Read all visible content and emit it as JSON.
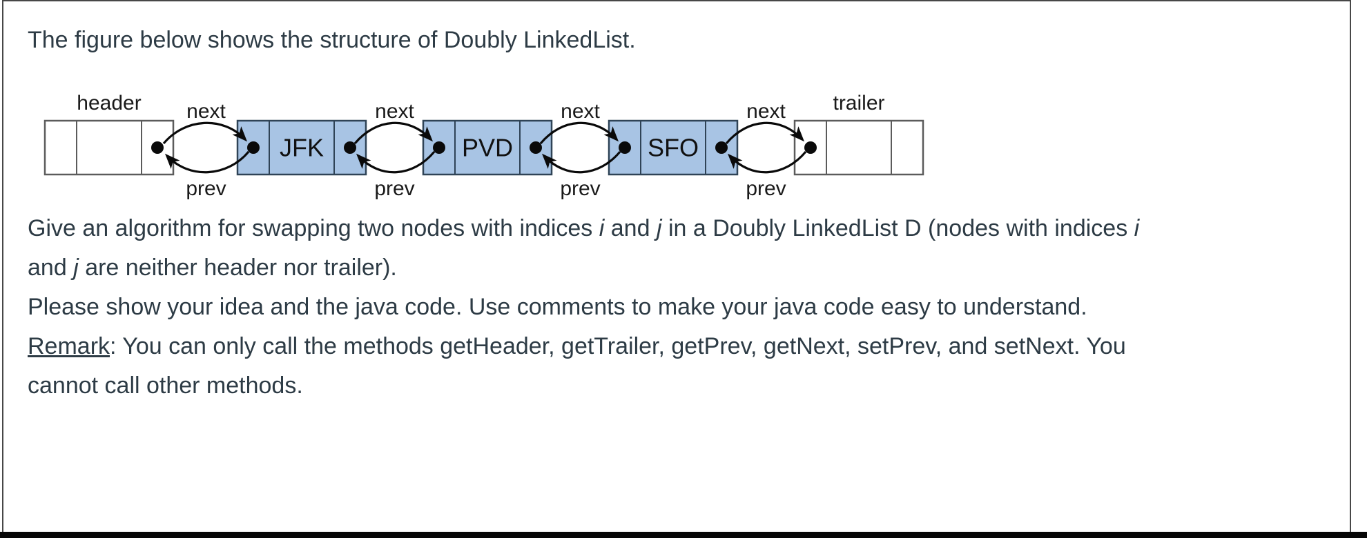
{
  "page": {
    "background": "#ffffff",
    "frame_color": "#474747",
    "bottom_bar_color": "#060606",
    "text_color": "#2d3b45"
  },
  "intro": {
    "text": "The figure below shows the structure of Doubly LinkedList."
  },
  "diagram": {
    "header_label": "header",
    "trailer_label": "trailer",
    "next_label": "next",
    "prev_label": "prev",
    "nodes": [
      "JFK",
      "PVD",
      "SFO"
    ],
    "colors": {
      "node_fill": "#a8c4e4",
      "node_border": "#2f4356",
      "sentinel_fill": "#ffffff",
      "sentinel_border": "#5b5b5b",
      "link_color": "#0a0a0a",
      "label_color": "#1a1a1a"
    }
  },
  "paragraphs": {
    "task": [
      {
        "text": "Give an algorithm for swapping two nodes with indices "
      },
      {
        "text": "i",
        "italic": true
      },
      {
        "text": " and "
      },
      {
        "text": "j",
        "italic": true
      },
      {
        "text": " in a Doubly LinkedList D (nodes with indices "
      },
      {
        "text": "i",
        "italic": true
      },
      {
        "br": true
      },
      {
        "text": "and "
      },
      {
        "text": "j",
        "italic": true
      },
      {
        "text": " are neither header nor trailer)."
      }
    ],
    "instruction": [
      {
        "text": "Please show your idea and the java code. Use comments to make your java code easy to understand."
      }
    ],
    "remark": [
      {
        "text": "Remark",
        "underline": true
      },
      {
        "text": ": You can only call the methods getHeader, getTrailer, getPrev, getNext, setPrev, and setNext. You"
      },
      {
        "br": true
      },
      {
        "text": "cannot call other methods."
      }
    ]
  }
}
